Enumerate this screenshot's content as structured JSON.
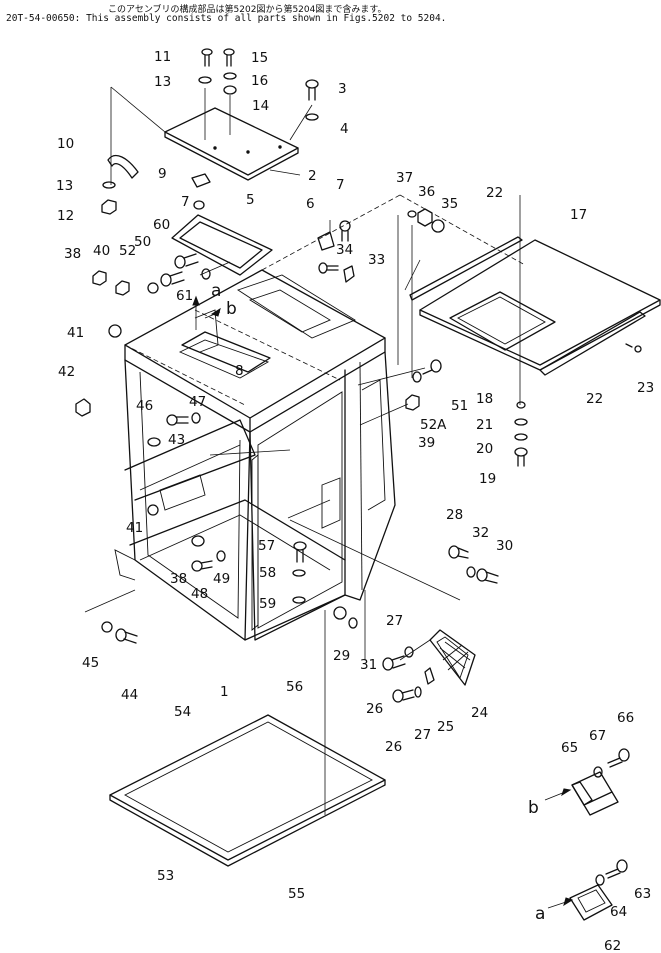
{
  "header": {
    "japanese_note": "このアセンブリの構成部品は第5202図から第5204図まで含みます。",
    "english_note": "20T-54-00650: This assembly consists of all parts shown in Figs.5202 to 5204."
  },
  "callouts": {
    "n1": "1",
    "n2": "2",
    "n3": "3",
    "n4": "4",
    "n5": "5",
    "n6": "6",
    "n7a": "7",
    "n7b": "7",
    "n8": "8",
    "n9": "9",
    "n10": "10",
    "n11": "11",
    "n12": "12",
    "n13a": "13",
    "n13b": "13",
    "n14": "14",
    "n15": "15",
    "n16": "16",
    "n17": "17",
    "n18": "18",
    "n19": "19",
    "n20": "20",
    "n21": "21",
    "n22a": "22",
    "n22b": "22",
    "n23": "23",
    "n24": "24",
    "n25": "25",
    "n26a": "26",
    "n26b": "26",
    "n27a": "27",
    "n27b": "27",
    "n28": "28",
    "n29": "29",
    "n30": "30",
    "n31": "31",
    "n32": "32",
    "n33": "33",
    "n34": "34",
    "n35": "35",
    "n36": "36",
    "n37": "37",
    "n38a": "38",
    "n38b": "38",
    "n39": "39",
    "n40": "40",
    "n41a": "41",
    "n41b": "41",
    "n42": "42",
    "n43": "43",
    "n44": "44",
    "n45": "45",
    "n46": "46",
    "n47": "47",
    "n48": "48",
    "n49": "49",
    "n50": "50",
    "n51": "51",
    "n52": "52",
    "n52A": "52A",
    "n53": "53",
    "n54": "54",
    "n55": "55",
    "n56": "56",
    "n57": "57",
    "n58": "58",
    "n59": "59",
    "n60": "60",
    "n61": "61",
    "n62": "62",
    "n63": "63",
    "n64": "64",
    "n65": "65",
    "n66": "66",
    "n67": "67",
    "ref_a_top": "a",
    "ref_b_top": "b",
    "ref_a_bottom": "a",
    "ref_b_bottom": "b"
  }
}
